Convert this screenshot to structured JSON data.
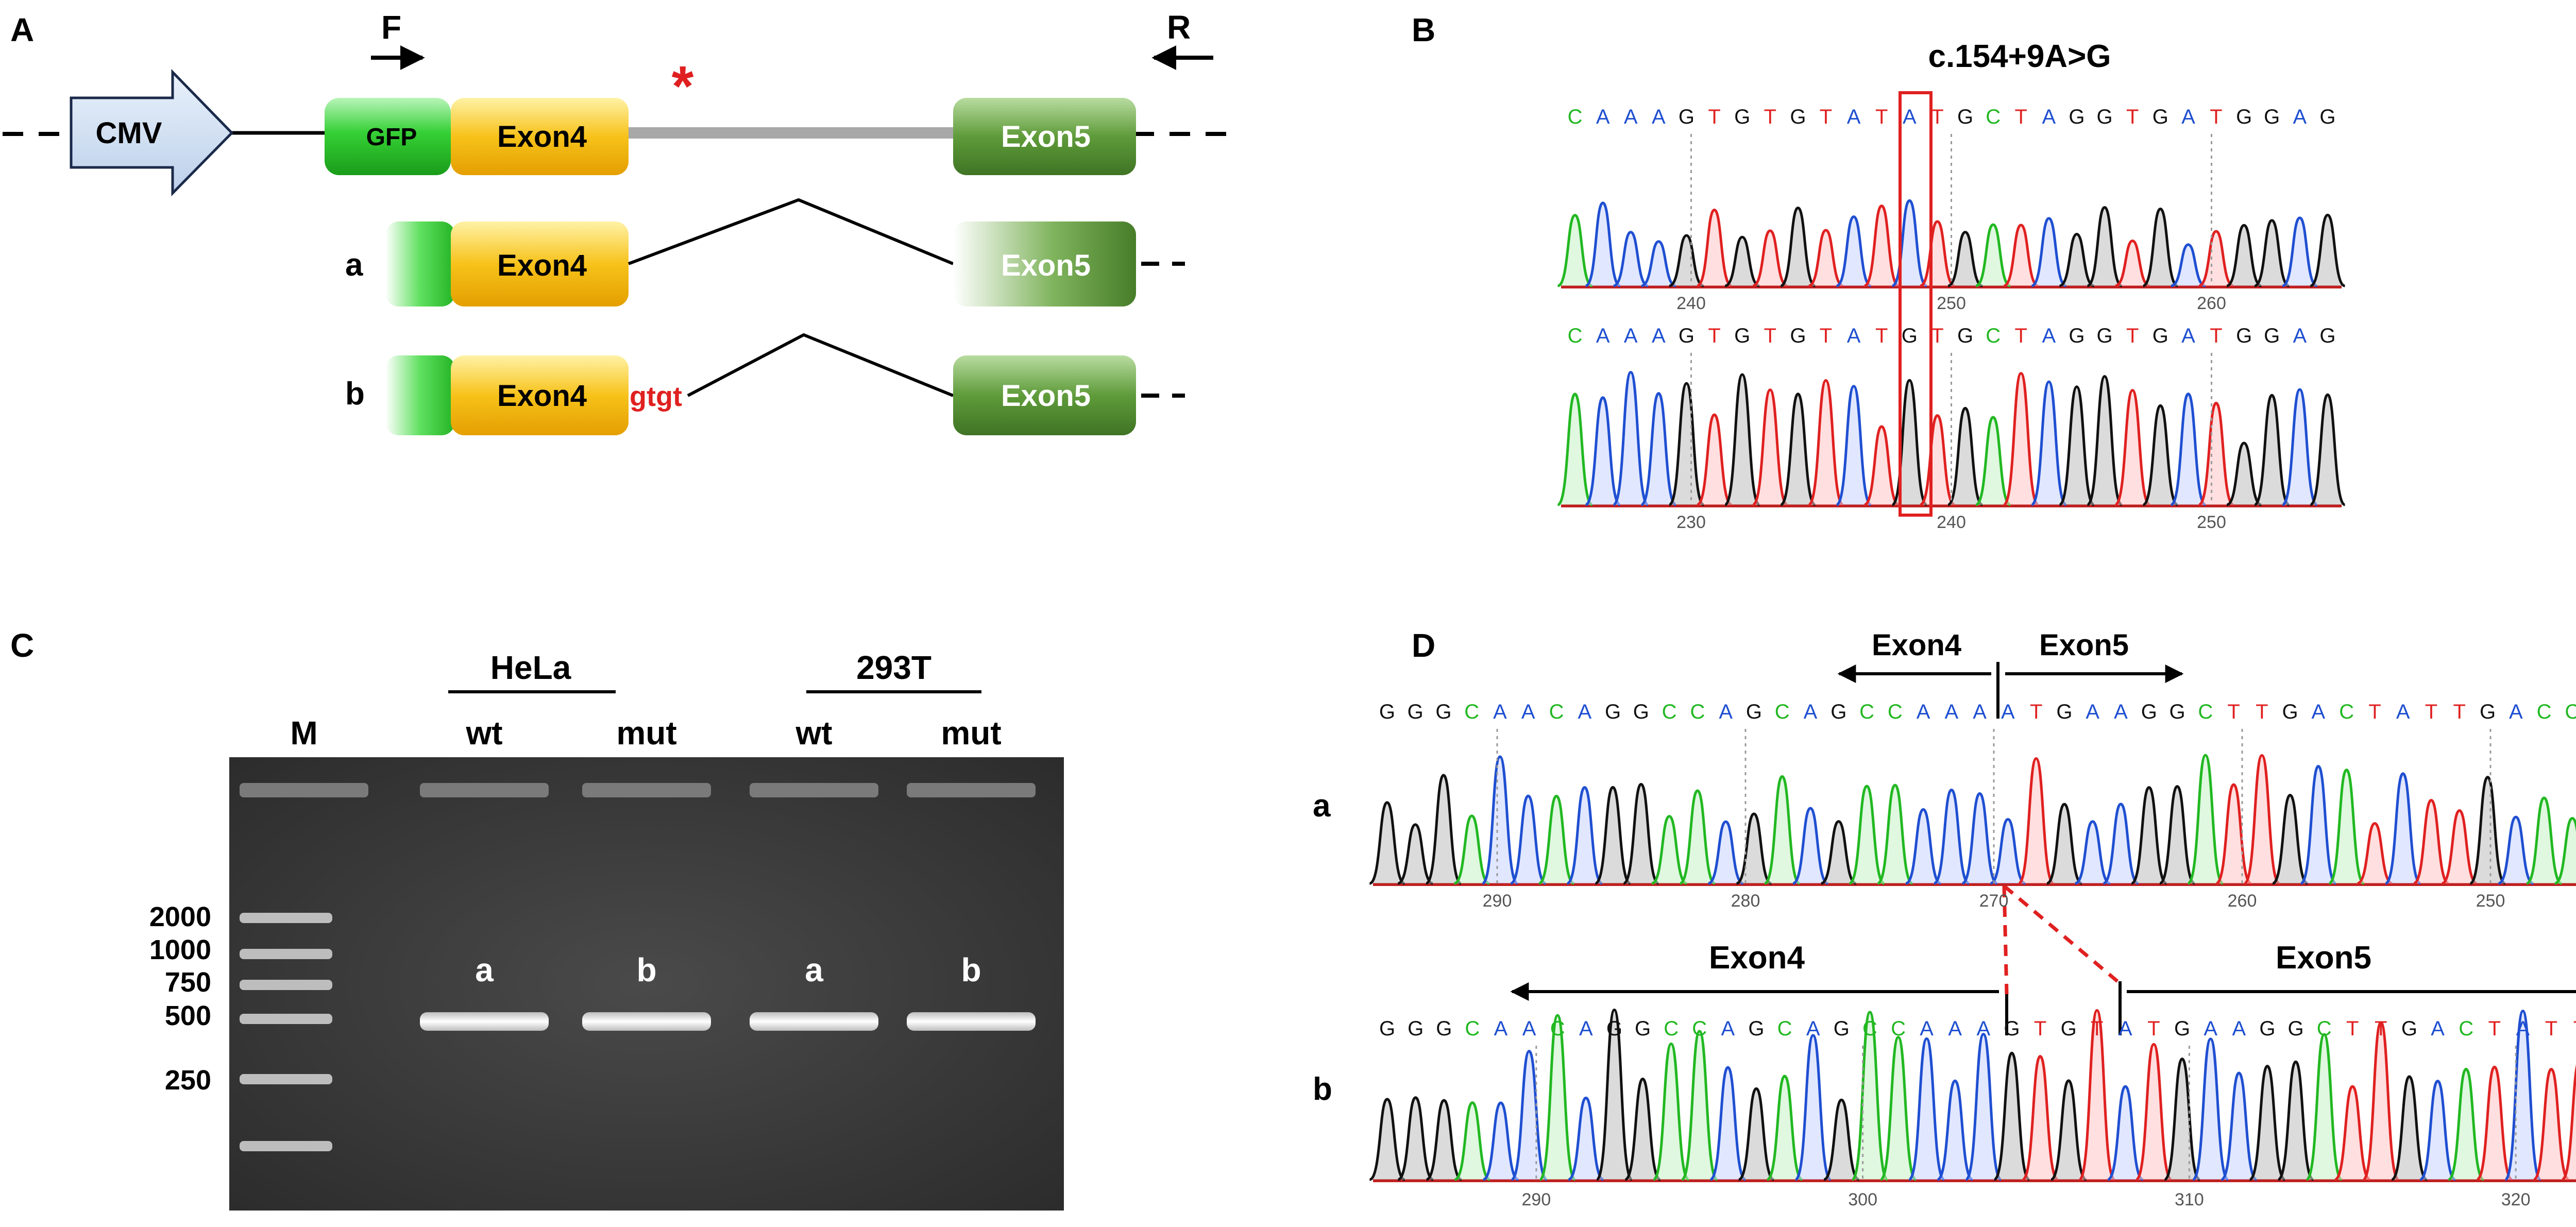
{
  "panels": {
    "A": "A",
    "B": "B",
    "C": "C",
    "D": "D"
  },
  "colors": {
    "A": "#1f4fd1",
    "C": "#22b822",
    "G": "#111111",
    "T": "#e02020",
    "highlight": "#e02020",
    "exon4": "#f5b800",
    "exon5": "#4e8f2c",
    "gfp": "#2ecc2e"
  },
  "panelA": {
    "primer_f": "F",
    "primer_r": "R",
    "cmv": "CMV",
    "gfp": "GFP",
    "exon4": "Exon4",
    "exon5": "Exon5",
    "mutation_mark": "*",
    "track_a": "a",
    "track_b": "b",
    "insert": "gtgt"
  },
  "panelB": {
    "mutation": "c.154+9A>G",
    "wt_seq": "CAAAGTGTGTATATGCTAGGTGATGGAG",
    "mut_seq": "CAAAGTGTGTATGTGCTAGGTGATGGAG",
    "wt_ticks": [
      "240",
      "250",
      "260"
    ],
    "mut_ticks": [
      "230",
      "240",
      "250"
    ]
  },
  "panelC": {
    "cell_lines": [
      "HeLa",
      "293T"
    ],
    "lanes": [
      "M",
      "wt",
      "mut",
      "wt",
      "mut"
    ],
    "ladder": [
      "2000",
      "1000",
      "750",
      "500",
      "250"
    ],
    "bands": [
      "a",
      "b",
      "a",
      "b"
    ]
  },
  "panelD": {
    "track_a": "a",
    "track_b": "b",
    "exon4": "Exon4",
    "exon5": "Exon5",
    "seq_a": "GGGCAACAGGCCAGCAGCCAAAATGAAGGCTTGACTATTGACCT",
    "seq_b": "GGGCAACAGGCCAGCAGCCAAAGTGTATGAAGGCTTGACTATTGAC",
    "ticks_a": [
      "290",
      "280",
      "270",
      "260",
      "250"
    ],
    "ticks_b": [
      "290",
      "300",
      "310",
      "320"
    ]
  }
}
